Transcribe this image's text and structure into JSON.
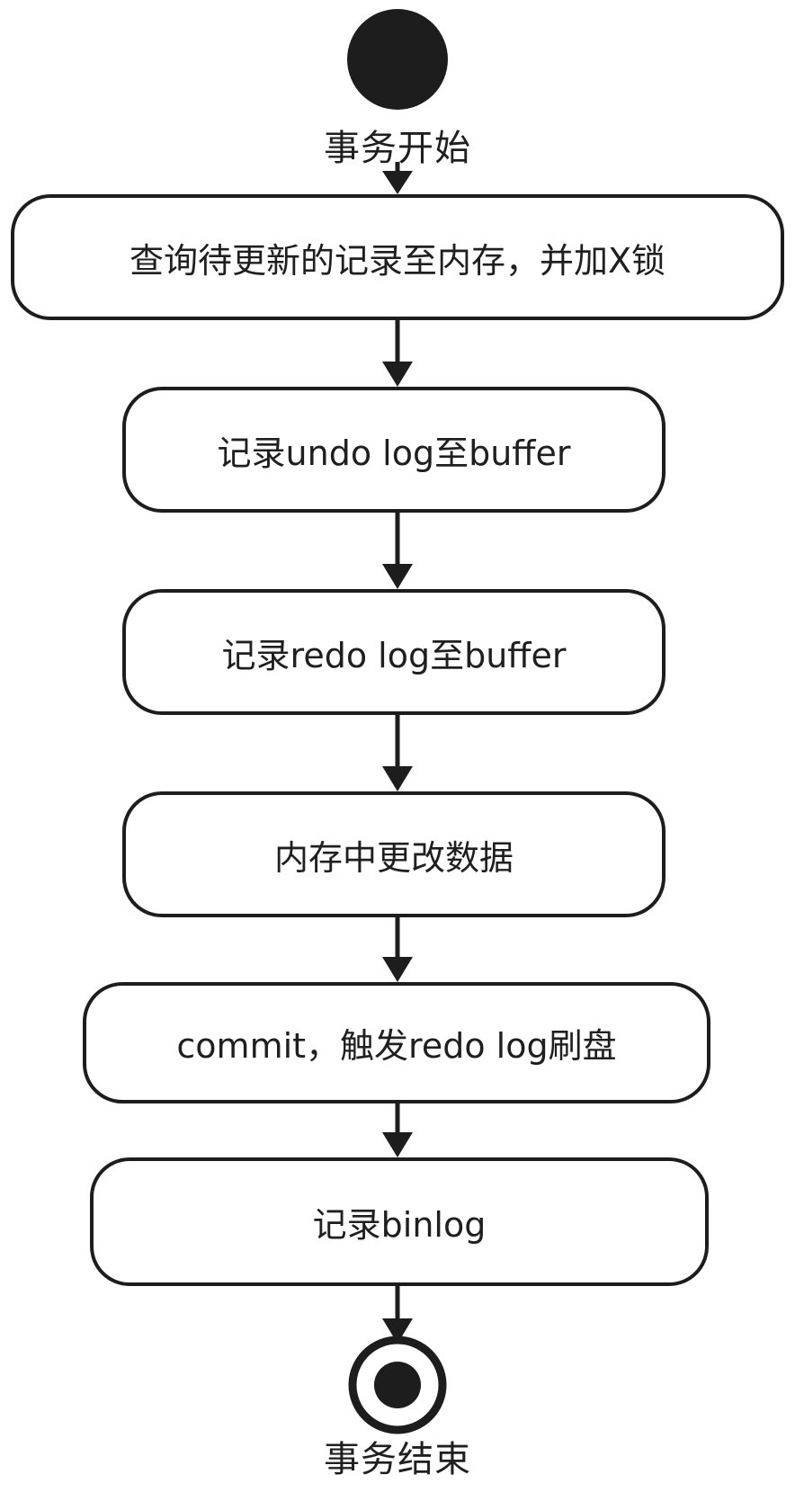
{
  "start": {
    "label": "事务开始"
  },
  "steps": [
    {
      "label": "查询待更新的记录至内存，并加X锁"
    },
    {
      "label": "记录undo log至buffer"
    },
    {
      "label": "记录redo log至buffer"
    },
    {
      "label": "内存中更改数据"
    },
    {
      "label": "commit，触发redo log刷盘"
    },
    {
      "label": "记录binlog"
    }
  ],
  "end": {
    "label": "事务结束"
  },
  "colors": {
    "stroke": "#1d1d1d",
    "fill": "#1d1d1d",
    "background": "#ffffff"
  }
}
